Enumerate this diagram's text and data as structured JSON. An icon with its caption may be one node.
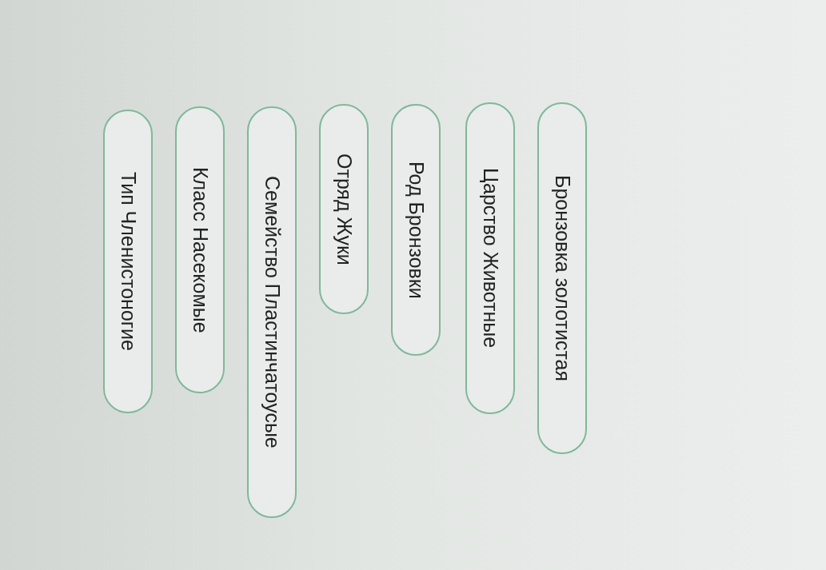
{
  "diagram": {
    "nodes": [
      {
        "text": [
          "Бронзовка золотистая"
        ]
      },
      {
        "text": [
          "Царство Животные"
        ]
      },
      {
        "text": [
          "Род Бронзовки"
        ]
      },
      {
        "text": [
          "Отряд Жуки"
        ]
      },
      {
        "text": [
          "Семейство Пластинчатоусые"
        ]
      },
      {
        "text": [
          "Класс Насекомые"
        ]
      },
      {
        "text": [
          "Тип Членистоногие"
        ]
      }
    ]
  }
}
